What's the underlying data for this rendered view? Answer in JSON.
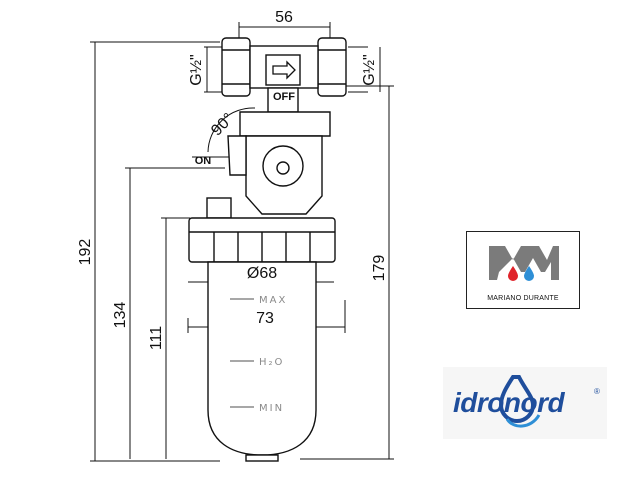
{
  "dimensions": {
    "top_width": "56",
    "height_total": "192",
    "height_right": "179",
    "height_mid": "134",
    "height_bowl": "111",
    "diameter": "Ø68",
    "width_bowl": "73",
    "angle": "90°"
  },
  "thread": {
    "left": "G½\"",
    "right": "G½\""
  },
  "labels": {
    "off": "OFF",
    "on": "ON"
  },
  "bowl_scale": {
    "max": "MAX",
    "water": "H₂O",
    "min": "MIN"
  },
  "logos": {
    "mariano": "MARIANO DURANTE",
    "idronord": "idronord",
    "registered": "®",
    "colors": {
      "hot_drop": "#e0242b",
      "cold_drop": "#2e8fd6",
      "idronord_blue": "#1f4e9c"
    }
  }
}
